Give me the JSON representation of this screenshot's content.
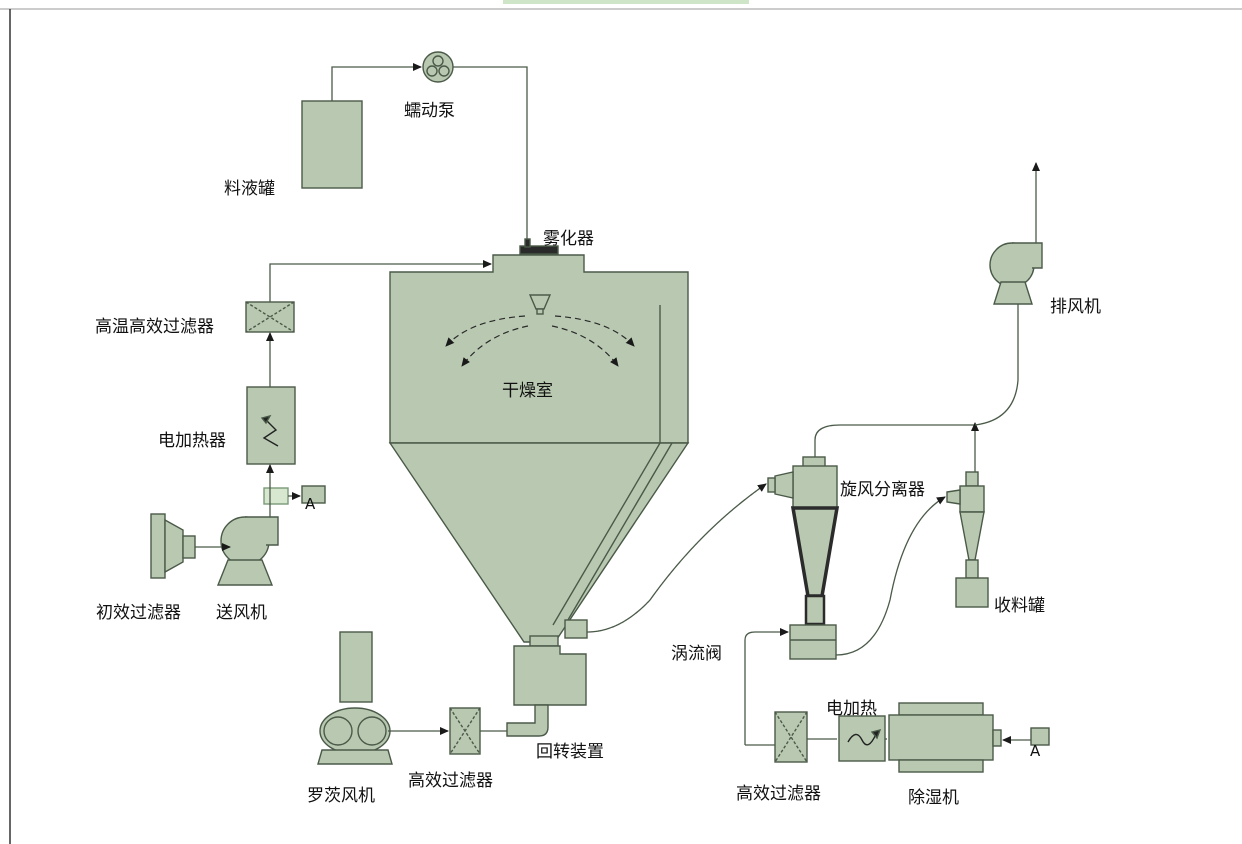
{
  "labels": {
    "feed_tank": "料液罐",
    "peristaltic_pump": "蠕动泵",
    "atomizer": "雾化器",
    "drying_chamber": "干燥室",
    "hepa_high_temp": "高温高效过滤器",
    "electric_heater": "电加热器",
    "primary_filter": "初效过滤器",
    "supply_fan": "送风机",
    "roots_blower": "罗茨风机",
    "hepa_filter_left": "高效过滤器",
    "rotary_device": "回转装置",
    "cyclone": "旋风分离器",
    "exhaust_fan": "排风机",
    "collection_tank": "收料罐",
    "vortex_valve": "涡流阀",
    "electric_heating": "电加热",
    "hepa_filter_right": "高效过滤器",
    "dehumidifier": "除湿机",
    "connector_a_left": "A",
    "connector_a_right": "A"
  },
  "colors": {
    "equipment_fill": "#b9c9b1",
    "equipment_stroke": "#4a5a48",
    "line": "#4a5a48",
    "tab_accent": "#cfe5c8"
  }
}
